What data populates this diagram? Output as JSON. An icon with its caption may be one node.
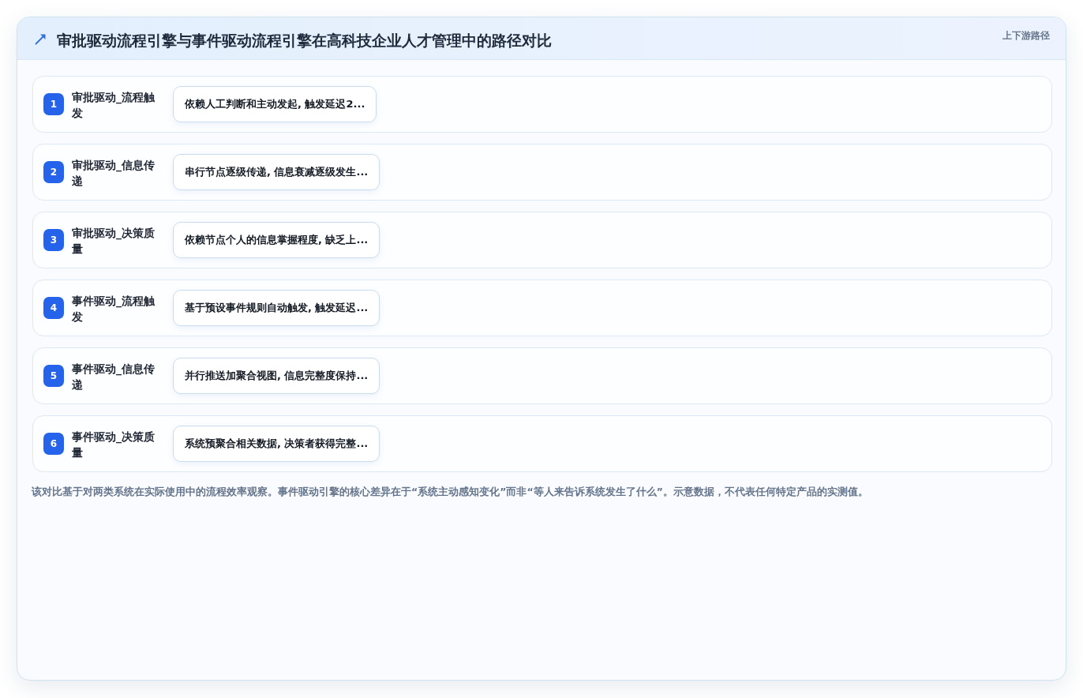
{
  "diagram": {
    "title": "审批驱动流程引擎与事件驱动流程引擎在高科技企业人才管理中的路径对比",
    "nodes": [
      {
        "text": [
          "审批驱动_流程触发"
        ]
      },
      {
        "text": [
          "1"
        ],
        "in": 0
      },
      {
        "text": [
          "依赖人工判断和主动发起, 触发延迟2..."
        ],
        "in": 0
      },
      {
        "text": [
          "审批驱动_信息传递"
        ]
      },
      {
        "text": [
          "2"
        ],
        "in": 3
      },
      {
        "text": [
          "串行节点逐级传递, 信息衰减逐级发生..."
        ],
        "in": 3
      },
      {
        "text": [
          "审批驱动_决策质量"
        ]
      },
      {
        "text": [
          "3"
        ],
        "in": 6
      },
      {
        "text": [
          "依赖节点个人的信息掌握程度, 缺乏上..."
        ],
        "in": 6
      },
      {
        "text": [
          "事件驱动_流程触发"
        ]
      },
      {
        "text": [
          "4"
        ],
        "in": 9
      },
      {
        "text": [
          "基于预设事件规则自动触发, 触发延迟..."
        ],
        "in": 9
      },
      {
        "text": [
          "事件驱动_信息传递"
        ]
      },
      {
        "text": [
          "5"
        ],
        "in": 12
      },
      {
        "text": [
          "并行推送加聚合视图, 信息完整度保持..."
        ],
        "in": 12
      },
      {
        "text": [
          "事件驱动_决策质量"
        ]
      },
      {
        "text": [
          "6"
        ],
        "in": 15
      },
      {
        "text": [
          "系统预聚合相关数据, 决策者获得完整..."
        ],
        "in": 15
      }
    ],
    "labels": [
      "上下游路径"
    ],
    "caption": "该对比基于对两类系统在实际使用中的流程效率观察。事件驱动引擎的核心差异在于“系统主动感知变化”而非“等人来告诉系统发生了什么”。示意数据，不代表任何特定产品的实测值。"
  }
}
